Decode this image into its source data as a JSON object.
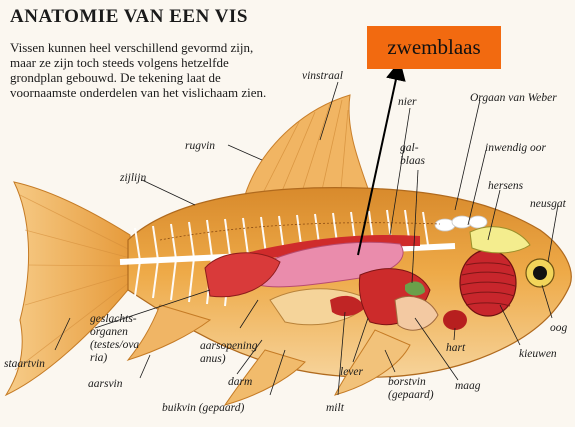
{
  "title": "ANATOMIE VAN EEN VIS",
  "intro": "Vissen kunnen heel verschillend gevormd zijn, maar ze zijn toch steeds volgens hetzelfde grondplan gebouwd. De tekening laat de voornaamste onderdelen van het vislichaam zien.",
  "callout": "zwemblaas",
  "labels": {
    "vinstraal": "vinstraal",
    "nier": "nier",
    "orgaan_weber": "Orgaan van Weber",
    "rugvin": "rugvin",
    "galblaas": "gal-\nblaas",
    "inwendig_oor": "inwendig oor",
    "zijlijn": "zijlijn",
    "hersens": "hersens",
    "neusgat": "neusgat",
    "geslachtsorganen": "geslachts-\norganen\n(testes/ova\nria)",
    "aarsopening": "aarsopening\nanus)",
    "oog": "oog",
    "staartvin": "staartvin",
    "hart": "hart",
    "kieuwen": "kieuwen",
    "aarsvin": "aarsvin",
    "darm": "darm",
    "lever": "lever",
    "maag": "maag",
    "borstvin": "borstvin\n(gepaard)",
    "buikvin": "buikvin (gepaard)",
    "milt": "milt"
  },
  "colors": {
    "body": "#e9a23b",
    "body_light": "#f3c77a",
    "fin": "#f0b968",
    "organ_red": "#d42a2a",
    "organ_pink": "#e985a6",
    "callout_bg": "#f26a10",
    "spine": "#ffffff"
  }
}
